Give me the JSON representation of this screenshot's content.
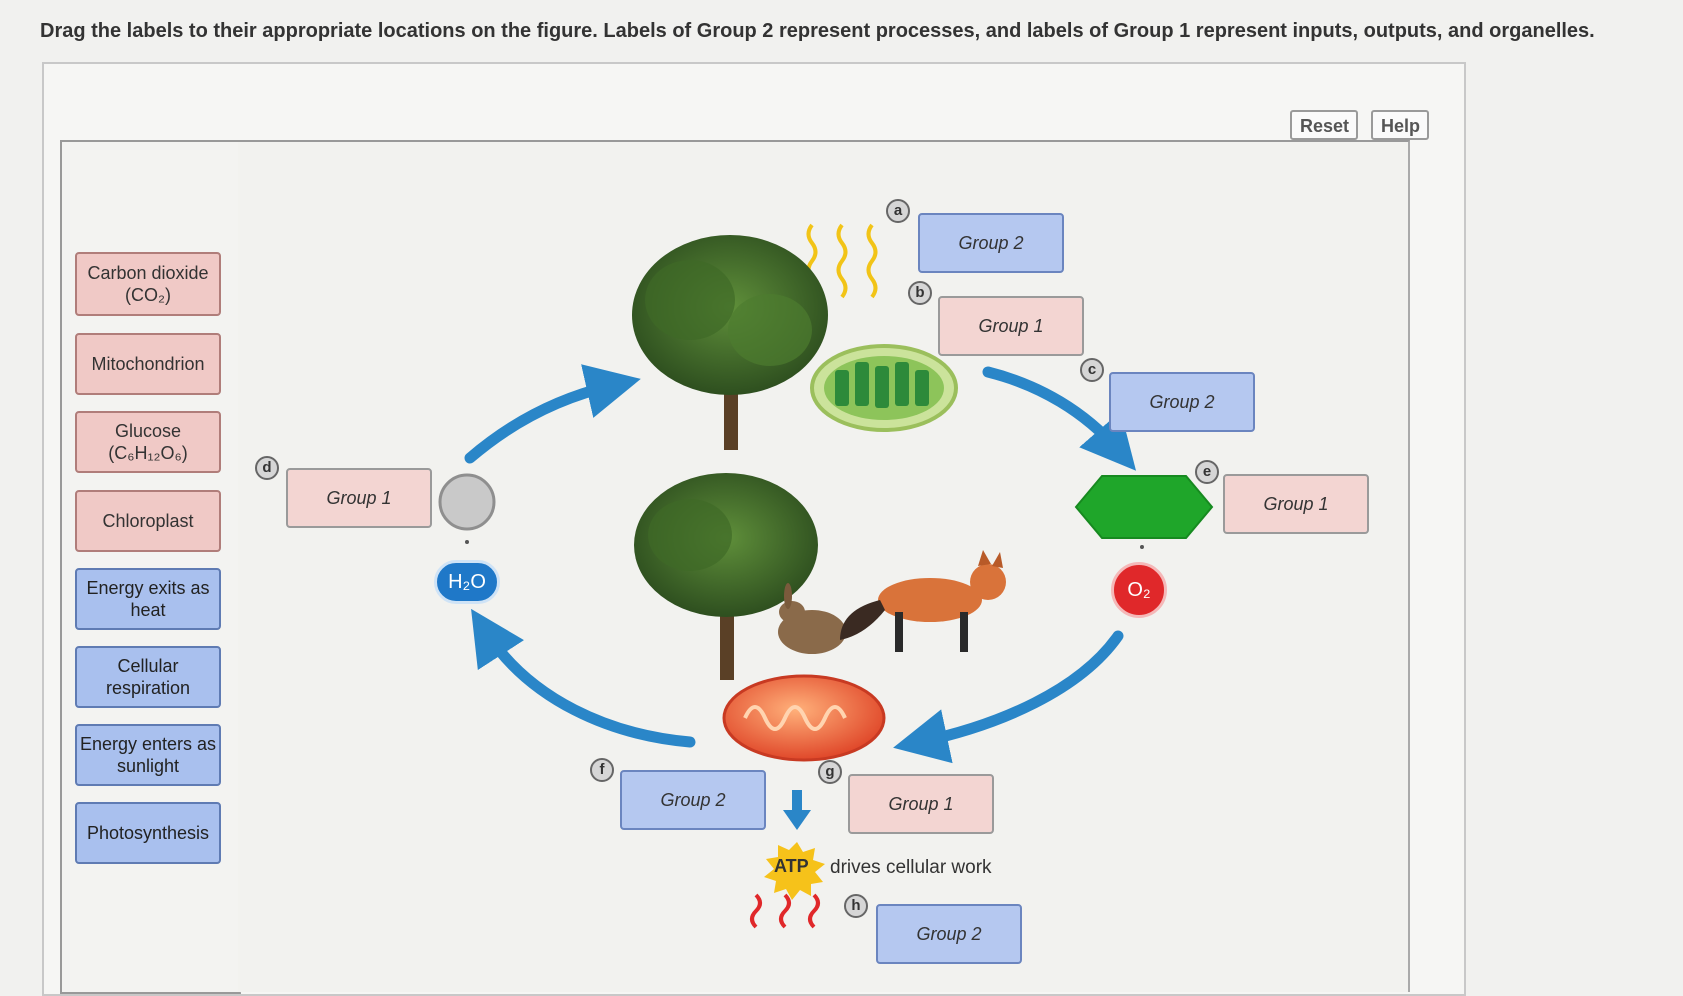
{
  "instructions": "Drag the labels to their appropriate locations on the figure. Labels of Group 2 represent processes, and labels of Group 1 represent inputs, outputs, and organelles.",
  "buttons": {
    "reset": "Reset",
    "help": "Help"
  },
  "label_bank": {
    "group1": [
      {
        "line1": "Carbon dioxide",
        "line2": "(CO₂)"
      },
      {
        "line1": "Mitochondrion",
        "line2": ""
      },
      {
        "line1": "Glucose",
        "line2": "(C₆H₁₂O₆)"
      },
      {
        "line1": "Chloroplast",
        "line2": ""
      }
    ],
    "group2": [
      {
        "line1": "Energy exits as",
        "line2": "heat"
      },
      {
        "line1": "Cellular",
        "line2": "respiration"
      },
      {
        "line1": "Energy enters as",
        "line2": "sunlight"
      },
      {
        "line1": "Photosynthesis",
        "line2": ""
      }
    ]
  },
  "targets": {
    "a": {
      "letter": "a",
      "placeholder": "Group 2"
    },
    "b": {
      "letter": "b",
      "placeholder": "Group 1"
    },
    "c": {
      "letter": "c",
      "placeholder": "Group 2"
    },
    "d": {
      "letter": "d",
      "placeholder": "Group 1"
    },
    "e": {
      "letter": "e",
      "placeholder": "Group 1"
    },
    "f": {
      "letter": "f",
      "placeholder": "Group 2"
    },
    "g": {
      "letter": "g",
      "placeholder": "Group 1"
    },
    "h": {
      "letter": "h",
      "placeholder": "Group 2"
    }
  },
  "molecules": {
    "water": "H₂O",
    "oxygen": "O₂",
    "plus": "+"
  },
  "atp": {
    "badge": "ATP",
    "text": "drives cellular work"
  },
  "colors": {
    "group1_fill": "#f0c9c6",
    "group2_fill": "#a9c0ee",
    "arrow_blue": "#2a86c8",
    "glucose_green": "#1fa62a",
    "oxygen_red": "#e0282a",
    "water_blue": "#1f78c8",
    "co2_gray": "#c9c9c9"
  }
}
